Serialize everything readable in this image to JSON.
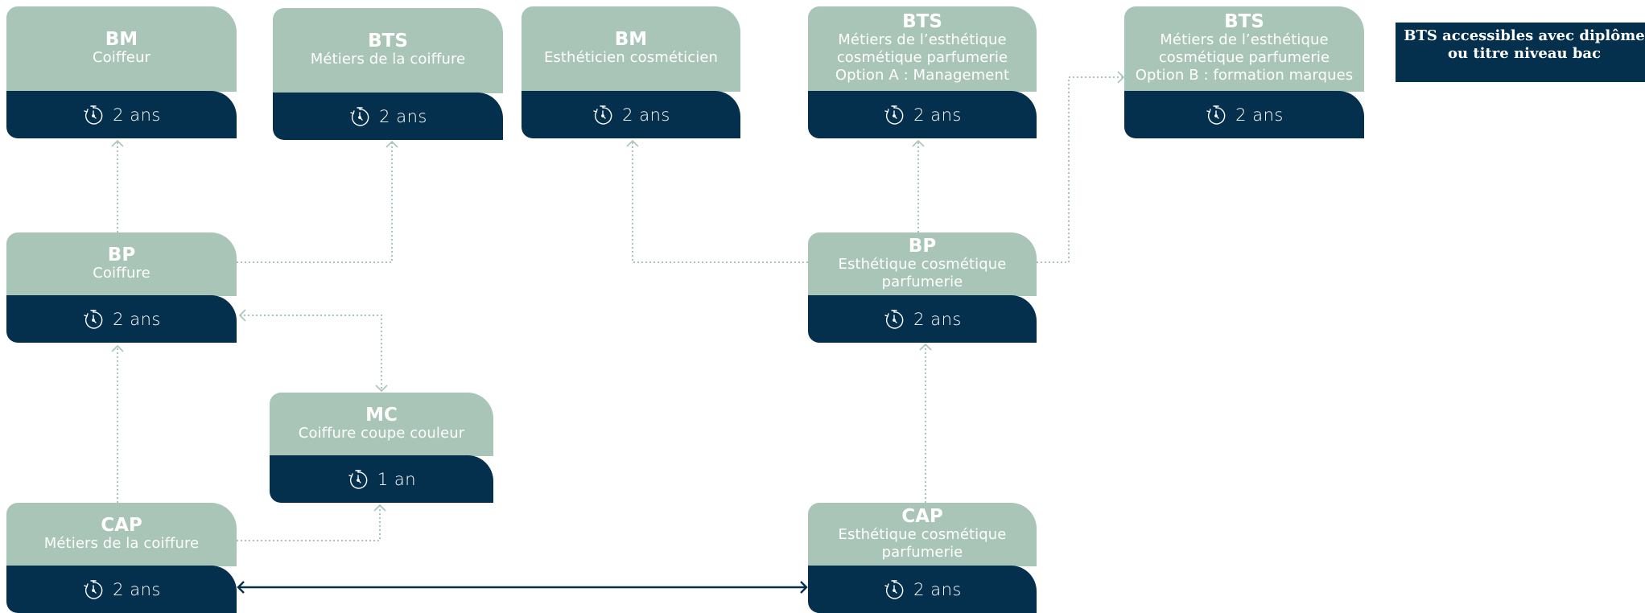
{
  "colors": {
    "card_top": "#a8c5b8",
    "card_bottom": "#04304d",
    "dotted_arrow": "#a8c5b8",
    "solid_arrow": "#04304d"
  },
  "icons": {
    "duration": "stopwatch-icon"
  },
  "legend": {
    "line1": "BTS accessibles avec diplôme",
    "line2": "ou titre niveau bac"
  },
  "cards": [
    {
      "id": "bm-coiffeur",
      "abbr": "BM",
      "lines": [
        "Coiffeur"
      ],
      "duration": "2 ans"
    },
    {
      "id": "bts-coiffure",
      "abbr": "BTS",
      "lines": [
        "Métiers de la coiffure"
      ],
      "duration": "2 ans"
    },
    {
      "id": "bm-estheticien",
      "abbr": "BM",
      "lines": [
        "Esthéticien cosméticien"
      ],
      "duration": "2 ans"
    },
    {
      "id": "bts-esthetique-a",
      "abbr": "BTS",
      "lines": [
        "Métiers de l’esthétique",
        "cosmétique parfumerie",
        "Option A : Management"
      ],
      "duration": "2 ans"
    },
    {
      "id": "bts-esthetique-b",
      "abbr": "BTS",
      "lines": [
        "Métiers de l’esthétique",
        "cosmétique parfumerie",
        "Option B : formation marques"
      ],
      "duration": "2 ans"
    },
    {
      "id": "bp-coiffure",
      "abbr": "BP",
      "lines": [
        "Coiffure"
      ],
      "duration": "2 ans"
    },
    {
      "id": "bp-esthetique",
      "abbr": "BP",
      "lines": [
        "Esthétique cosmétique",
        "parfumerie"
      ],
      "duration": "2 ans"
    },
    {
      "id": "mc-coiffure",
      "abbr": "MC",
      "lines": [
        "Coiffure coupe couleur"
      ],
      "duration": "1 an"
    },
    {
      "id": "cap-coiffure",
      "abbr": "CAP",
      "lines": [
        "Métiers de la coiffure"
      ],
      "duration": "2 ans"
    },
    {
      "id": "cap-esthetique",
      "abbr": "CAP",
      "lines": [
        "Esthétique cosmétique",
        "parfumerie"
      ],
      "duration": "2 ans"
    }
  ]
}
